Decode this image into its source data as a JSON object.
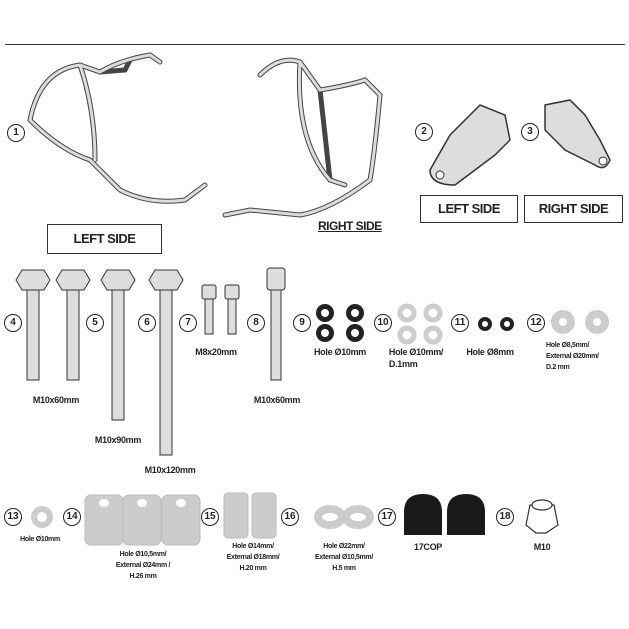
{
  "frame": {
    "labels": {
      "left_side_box": "LEFT SIDE",
      "right_side_tag": "RIGHT SIDE",
      "bracket_left_box": "LEFT SIDE",
      "bracket_right_box": "RIGHT SIDE"
    }
  },
  "parts": [
    {
      "num": "1",
      "label": ""
    },
    {
      "num": "2",
      "label": ""
    },
    {
      "num": "3",
      "label": ""
    },
    {
      "num": "4",
      "label": "M10x60mm"
    },
    {
      "num": "5",
      "label": "M10x90mm"
    },
    {
      "num": "6",
      "label": "M10x120mm"
    },
    {
      "num": "7",
      "label": "M8x20mm"
    },
    {
      "num": "8",
      "label": "M10x60mm"
    },
    {
      "num": "9",
      "label": "Hole Ø10mm"
    },
    {
      "num": "10",
      "label": "Hole Ø10mm/",
      "label2": "D.1mm"
    },
    {
      "num": "11",
      "label": "Hole Ø8mm"
    },
    {
      "num": "12",
      "label": "Hole Ø8,5mm/",
      "label2": "External Ø20mm/",
      "label3": "D.2 mm"
    },
    {
      "num": "13",
      "label": "Hole Ø10mm"
    },
    {
      "num": "14",
      "label": "Hole Ø10,5mm/",
      "label2": "External Ø24mm /",
      "label3": "H.26 mm"
    },
    {
      "num": "15",
      "label": "Hole Ø14mm/",
      "label2": "External Ø18mm/",
      "label3": "H.20 mm"
    },
    {
      "num": "16",
      "label": "Hole Ø22mm/",
      "label2": "External Ø10,5mm/",
      "label3": "H.5 mm"
    },
    {
      "num": "17",
      "label": "17COP"
    },
    {
      "num": "18",
      "label": "M10"
    }
  ],
  "colors": {
    "line": "#222222",
    "part_fill": "#d8d8d8",
    "cap": "#1a1a1a"
  }
}
